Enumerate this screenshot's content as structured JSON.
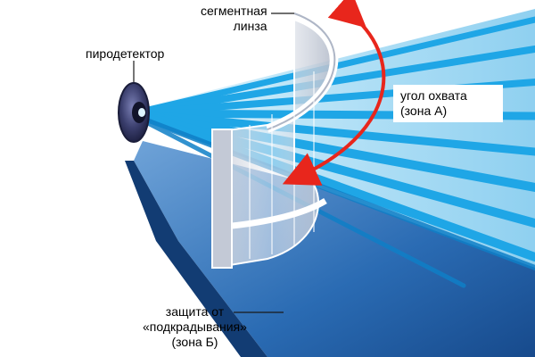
{
  "labels": {
    "lens_line1": "сегментная",
    "lens_line2": "линза",
    "detector": "пиродетектор",
    "angle_line1": "угол охвата",
    "angle_line2": "(зона А)",
    "zone_b_line1": "защита от",
    "zone_b_line2": "«подкрадывания»",
    "zone_b_line3": "(зона Б)"
  },
  "colors": {
    "background": "#ffffff",
    "beam": "#1fa6e6",
    "beam_light": "#bfe6f8",
    "floor": "#1f5fa8",
    "arrow": "#e8261c",
    "lens_frame": "#d9dde6",
    "detector": "#3b3f6e",
    "text": "#1a1a1a",
    "leader": "#1a1a1a"
  },
  "icons": {
    "detector": "pyro-detector-icon",
    "lens": "segmented-lens-icon",
    "arrow": "double-arrow-icon"
  }
}
